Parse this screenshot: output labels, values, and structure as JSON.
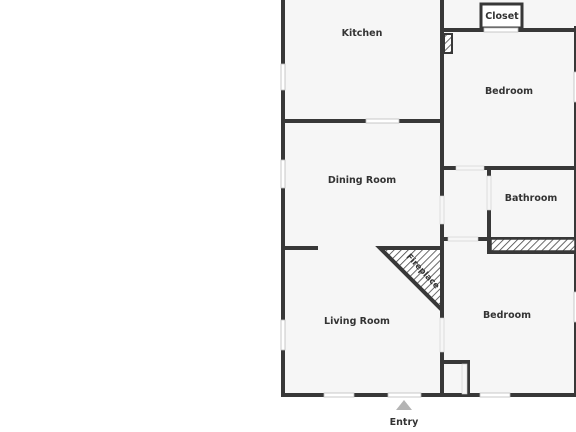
{
  "floor_plan": {
    "rooms": {
      "kitchen": "Kitchen",
      "closet": "Closet",
      "bedroom_top": "Bedroom",
      "dining_room": "Dining Room",
      "bathroom": "Bathroom",
      "fireplace": "Fireplace",
      "living_room": "Living Room",
      "bedroom_bottom": "Bedroom"
    },
    "entry_label": "Entry"
  },
  "colors": {
    "wall": "#383838",
    "floor": "#f6f6f6",
    "window": "#ffffff",
    "entry_marker": "#b4b4b4"
  }
}
